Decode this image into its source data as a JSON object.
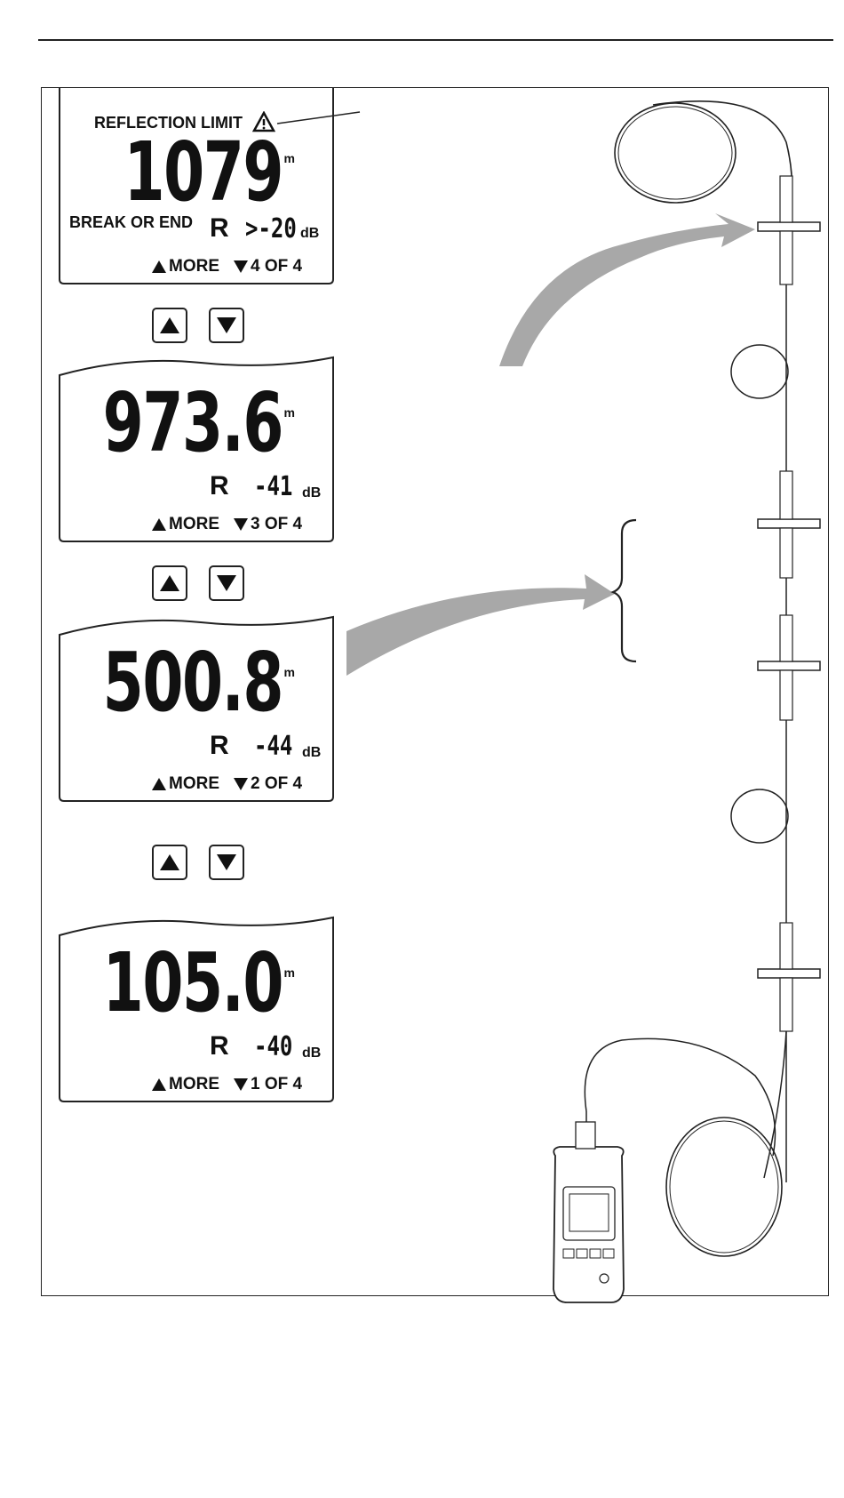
{
  "displays": [
    {
      "annotation": "REFLECTION LIMIT",
      "distance": "1079",
      "unit": "m",
      "status": "BREAK OR END",
      "r_label": "R",
      "r_value": ">-20",
      "r_unit": "dB",
      "more": "MORE",
      "page": "4",
      "of": "OF",
      "total": "4"
    },
    {
      "distance": "973.6",
      "unit": "m",
      "r_label": "R",
      "r_value": "-41",
      "r_unit": "dB",
      "more": "MORE",
      "page": "3",
      "of": "OF",
      "total": "4"
    },
    {
      "distance": "500.8",
      "unit": "m",
      "r_label": "R",
      "r_value": "-44",
      "r_unit": "dB",
      "more": "MORE",
      "page": "2",
      "of": "OF",
      "total": "4"
    },
    {
      "distance": "105.0",
      "unit": "m",
      "r_label": "R",
      "r_value": "-40",
      "r_unit": "dB",
      "more": "MORE",
      "page": "1",
      "of": "OF",
      "total": "4"
    }
  ],
  "icons": {
    "up": "up-arrow-icon",
    "down": "down-arrow-icon",
    "warning": "warning-triangle-icon"
  },
  "colors": {
    "line": "#222222",
    "arrow": "#a8a8a8",
    "panel": "#ffffff"
  }
}
